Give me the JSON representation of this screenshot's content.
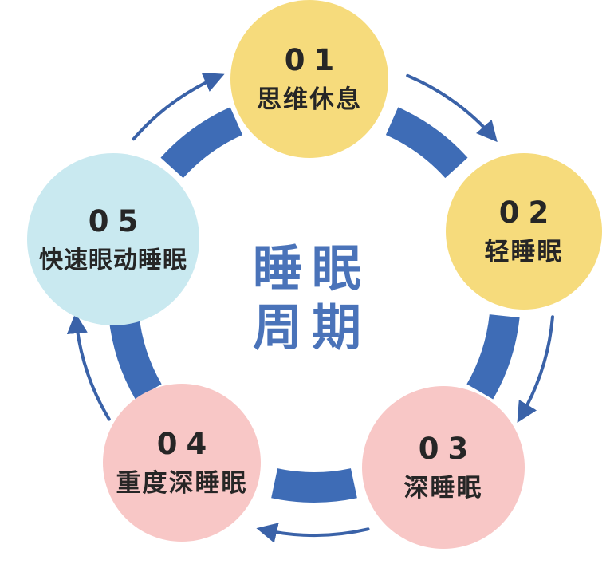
{
  "title": {
    "line1": "睡眠",
    "line2": "周期"
  },
  "stages": [
    {
      "number": "01",
      "label": "思维休息",
      "color": "#f6db7c"
    },
    {
      "number": "02",
      "label": "轻睡眠",
      "color": "#f6db7c"
    },
    {
      "number": "03",
      "label": "深睡眠",
      "color": "#f8c7c6"
    },
    {
      "number": "04",
      "label": "重度深睡眠",
      "color": "#f8c7c6"
    },
    {
      "number": "05",
      "label": "快速眼动睡眠",
      "color": "#c9e9f0"
    }
  ],
  "colors": {
    "ring": "#3e6cb6",
    "arrow": "#3a62a8",
    "title": "#4a73b9",
    "stage_text": "#262626",
    "background": "#ffffff"
  },
  "icons": {
    "flow_direction": "clockwise-arrow"
  }
}
